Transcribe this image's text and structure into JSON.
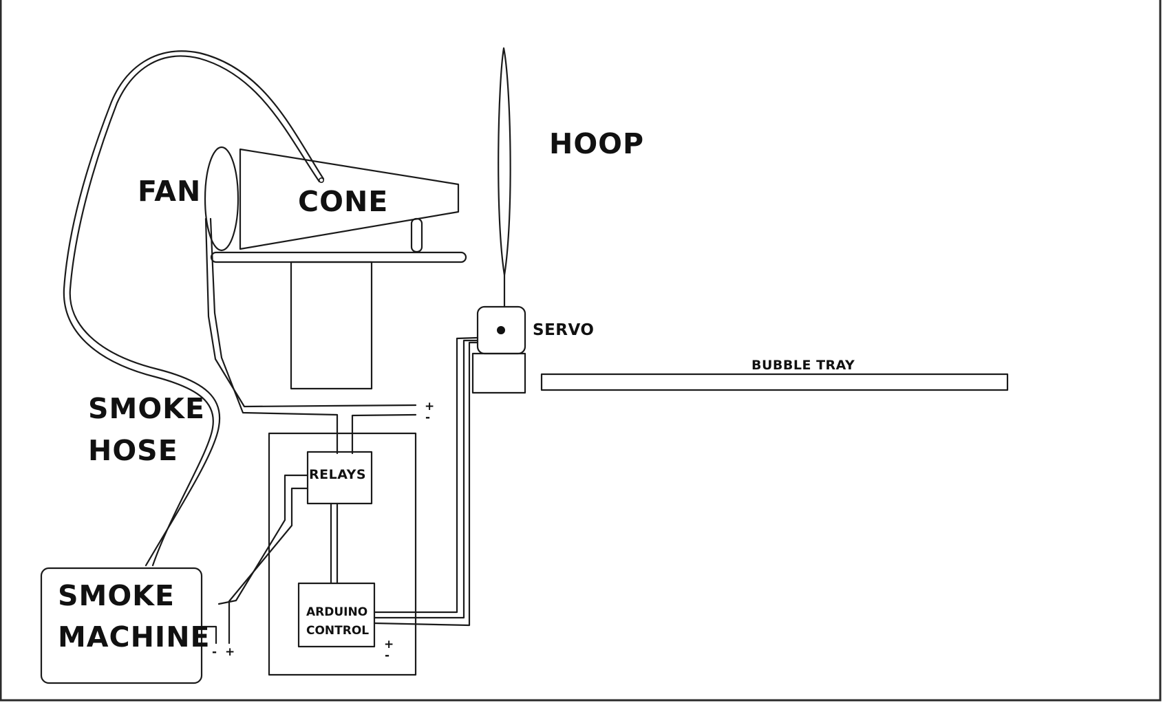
{
  "labels": {
    "fan": "FAN",
    "cone": "CONE",
    "hoop": "HOOP",
    "servo": "SERVO",
    "bubble_tray": "BUBBLE TRAY",
    "smoke_hose_line1": "SMOKE",
    "smoke_hose_line2": "HOSE",
    "relays": "RELAYS",
    "smoke_machine_line1": "SMOKE",
    "smoke_machine_line2": "MACHINE",
    "arduino_line1": "ARDUINO",
    "arduino_line2": "CONTROL"
  },
  "terminals": {
    "plus": "+",
    "minus": "-"
  },
  "colors": {
    "stroke": "#1a1a1a",
    "background": "#ffffff",
    "frame": "#2b2b2b"
  }
}
